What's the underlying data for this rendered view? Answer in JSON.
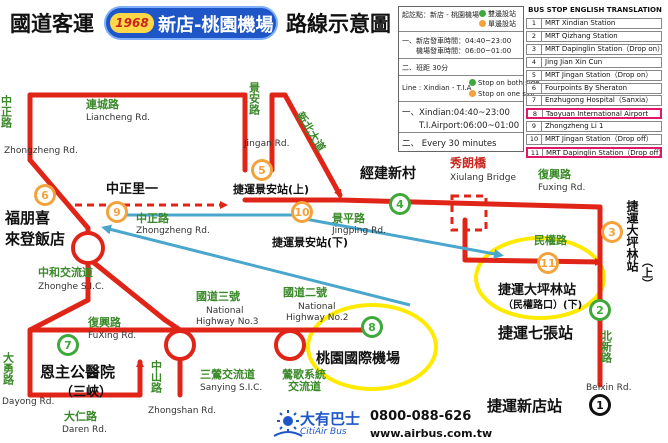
{
  "header": {
    "title_left": "國道客運",
    "route_no": "1968",
    "route_name": "新店-桃園機場",
    "title_right": "路線示意圖"
  },
  "info": {
    "line1": "起訖點：新店 - 桃園機場",
    "legend_both": "雙邊設站",
    "legend_one": "單邊設站",
    "time1_label": "一、新店發車時間：04:40~23:00",
    "time2_label": "　　機場發車時間：06:00~01:00",
    "freq": "二、班距 30分",
    "line_en": "Line : Xindian - T.I.A",
    "stop_both": "Stop on both side",
    "stop_one": "Stop on one side",
    "en1": "一、Xindian:04:40~23:00",
    "en2": "　　T.I.Airport:06:00~01:00",
    "en3": "二、 Every 30 minutes"
  },
  "english": {
    "heading": "BUS STOP ENGLISH TRANSLATION",
    "rows": [
      {
        "n": "1",
        "t": "MRT Xindian Station",
        "hl": false
      },
      {
        "n": "2",
        "t": "MRT Qizhang Station",
        "hl": false
      },
      {
        "n": "3",
        "t": "MRT Dapinglin Station（Drop on）",
        "hl": false
      },
      {
        "n": "4",
        "t": "Jing Jian Xin Cun",
        "hl": false
      },
      {
        "n": "5",
        "t": "MRT Jingan Station（Drop on）",
        "hl": false
      },
      {
        "n": "6",
        "t": "Fourpoints By Sheraton",
        "hl": false
      },
      {
        "n": "7",
        "t": "Enzhugong Hospital（Sanxia）",
        "hl": false
      },
      {
        "n": "8",
        "t": "Taoyuan International Airport",
        "hl": true
      },
      {
        "n": "9",
        "t": "Zhongzheng Li 1",
        "hl": false
      },
      {
        "n": "10",
        "t": "MRT Jingan Station（Drop off）",
        "hl": false
      },
      {
        "n": "11",
        "t": "MRT Dapinglin Station（Drop off）",
        "hl": true
      }
    ]
  },
  "stops": [
    {
      "n": "1",
      "label": "捷運新店站"
    },
    {
      "n": "2",
      "label": "捷運七張站"
    },
    {
      "n": "3",
      "label": "捷運大坪林站（上）"
    },
    {
      "n": "4",
      "label": "經建新村"
    },
    {
      "n": "5",
      "label": "捷運景安站(上)"
    },
    {
      "n": "6",
      "label": "福朋喜來登飯店"
    },
    {
      "n": "7",
      "label": "恩主公醫院（三峽）"
    },
    {
      "n": "8",
      "label": "桃園國際機場"
    },
    {
      "n": "9",
      "label": "中正里一"
    },
    {
      "n": "10",
      "label": "捷運景安站(下)"
    },
    {
      "n": "11",
      "label": "捷運大坪林站（民權路口）(下)"
    }
  ],
  "labels": {
    "s6a": "福朋喜",
    "s6b": "來登飯店",
    "s7a": "恩主公醫院",
    "s7b": "（三峽）",
    "s11a": "捷運大坪林站",
    "s11b": "（民權路口）(下)",
    "s3a": "捷運大坪林站",
    "s3b": "（上）",
    "zhongzheng_li1": "中正里一",
    "jingjian": "經建新村"
  },
  "roads": {
    "liancheng_cn": "連城路",
    "liancheng_en": "Liancheng Rd.",
    "zhongzheng_cn_left": "中正路",
    "zhongzheng_en_left": "Zhongzheng Rd.",
    "zhongzheng_cn_mid": "中正路",
    "zhongzheng_en_mid": "Zhongzheng Rd.",
    "jingan_cn": "景安路",
    "jingan_en": "Jingan Rd.",
    "xinbeidadao": "新北大道",
    "jingping_cn": "景平路",
    "jingping_en": "Jingping Rd.",
    "xiulang_cn": "秀朗橋",
    "xiulang_en": "Xiulang Bridge",
    "fuxing_cn_right": "復興路",
    "fuxing_en_right": "Fuxing Rd.",
    "minquan": "民權路",
    "zhonghe_cn": "中和交流道",
    "zhonghe_en": "Zhonghe S.I.C.",
    "nh3_cn": "國道三號",
    "nh3_en1": "National",
    "nh3_en2": "Highway No.3",
    "nh2_cn": "國道二號",
    "nh2_en1": "National",
    "nh2_en2": "Highway No.2",
    "fuxing_cn_left": "復興路",
    "fuxing_en_left": "FuXing Rd.",
    "dayong_cn": "大勇路",
    "dayong_en": "Dayong Rd.",
    "daren_cn": "大仁路",
    "daren_en": "Daren Rd.",
    "zhongshan_cn": "中山路",
    "zhongshan_en": "Zhongshan Rd.",
    "sanying_cn": "三鶯交流道",
    "sanying_en": "Sanying S.I.C.",
    "yingge_cn1": "鶯歌系統",
    "yingge_cn2": "交流道",
    "beixin_cn": "北新路",
    "beixin_en": "Beixin Rd."
  },
  "footer": {
    "brand_cn": "大有巴士",
    "brand_en": "CitiAir Bus",
    "phone": "0800-088-626",
    "website": "www.airbus.com.tw"
  },
  "colors": {
    "route": "#e02418",
    "stop_green": "#3ea83a",
    "stop_orange": "#f4a23c",
    "blue_arrow": "#4aa6cc",
    "highlight": "#ffea00",
    "brand": "#1e56c8"
  }
}
